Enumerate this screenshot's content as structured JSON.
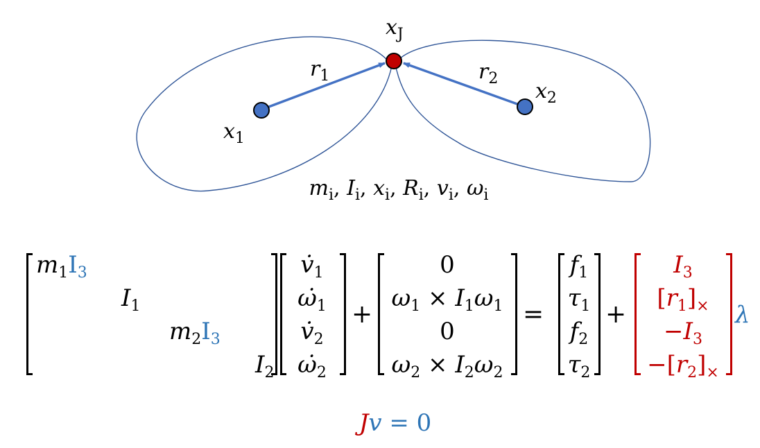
{
  "colors": {
    "blue": "#2E75B6",
    "red": "#C00000",
    "point_blue": "#4472C4",
    "point_red": "#C00000",
    "outline": "#2F5597"
  },
  "diagram": {
    "x_joint": [
      {
        "t": "x",
        "s": "J"
      }
    ],
    "r1": [
      {
        "t": "r",
        "s": "1"
      }
    ],
    "r2": [
      {
        "t": "r",
        "s": "2"
      }
    ],
    "x1": [
      {
        "t": "x",
        "s": "1"
      }
    ],
    "x2": [
      {
        "t": "x",
        "s": "2"
      }
    ],
    "params": [
      {
        "t": "m",
        "s": "i"
      },
      {
        "t": ", ",
        "up": true
      },
      {
        "t": "I",
        "s": "i"
      },
      {
        "t": ", ",
        "up": true
      },
      {
        "t": "x",
        "s": "i"
      },
      {
        "t": ", ",
        "up": true
      },
      {
        "t": "R",
        "s": "i"
      },
      {
        "t": ", ",
        "up": true
      },
      {
        "t": "v",
        "s": "i"
      },
      {
        "t": ", ",
        "up": true
      },
      {
        "t": "ω",
        "s": "i"
      }
    ]
  },
  "equation": {
    "mass_matrix": [
      [
        {
          "t": "m",
          "s": "1"
        },
        {
          "t": "I",
          "s": "3",
          "c": "blue",
          "up": true
        }
      ],
      [
        {
          "t": "I",
          "s": "1"
        }
      ],
      [
        {
          "t": "m",
          "s": "2"
        },
        {
          "t": "I",
          "s": "3",
          "c": "blue",
          "up": true
        }
      ],
      [
        {
          "t": "I",
          "s": "2"
        }
      ]
    ],
    "accel": [
      [
        {
          "t": "v̇",
          "s": "1"
        }
      ],
      [
        {
          "t": "ω̇",
          "s": "1"
        }
      ],
      [
        {
          "t": "v̇",
          "s": "2"
        }
      ],
      [
        {
          "t": "ω̇",
          "s": "2"
        }
      ]
    ],
    "plus1": "+",
    "coriolis": [
      [
        {
          "t": "0",
          "up": true
        }
      ],
      [
        {
          "t": "ω",
          "s": "1"
        },
        {
          "t": " × ",
          "up": true
        },
        {
          "t": "I",
          "s": "1"
        },
        {
          "t": "ω",
          "s": "1"
        }
      ],
      [
        {
          "t": "0",
          "up": true
        }
      ],
      [
        {
          "t": "ω",
          "s": "2"
        },
        {
          "t": " × ",
          "up": true
        },
        {
          "t": "I",
          "s": "2"
        },
        {
          "t": "ω",
          "s": "2"
        }
      ]
    ],
    "equals": "=",
    "forces": [
      [
        {
          "t": "f",
          "s": "1"
        }
      ],
      [
        {
          "t": "τ",
          "s": "1"
        }
      ],
      [
        {
          "t": "f",
          "s": "2"
        }
      ],
      [
        {
          "t": "τ",
          "s": "2"
        }
      ]
    ],
    "plus2": "+",
    "jacobian_t": [
      [
        {
          "t": "I",
          "s": "3",
          "c": "red"
        }
      ],
      [
        {
          "t": "[",
          "up": true,
          "c": "red"
        },
        {
          "t": "r",
          "s": "1",
          "c": "red"
        },
        {
          "t": "]",
          "s": "×",
          "up": true,
          "c": "red"
        }
      ],
      [
        {
          "t": "−",
          "up": true,
          "c": "red"
        },
        {
          "t": "I",
          "s": "3",
          "c": "red"
        }
      ],
      [
        {
          "t": "−[",
          "up": true,
          "c": "red"
        },
        {
          "t": "r",
          "s": "2",
          "c": "red"
        },
        {
          "t": "]",
          "s": "×",
          "up": true,
          "c": "red"
        }
      ]
    ],
    "lambda": [
      {
        "t": "λ",
        "c": "blue"
      }
    ],
    "constraint": [
      {
        "t": "J",
        "c": "red"
      },
      {
        "t": "v",
        "c": "blue"
      },
      {
        "t": " = 0",
        "up": true,
        "c": "blue"
      }
    ]
  }
}
